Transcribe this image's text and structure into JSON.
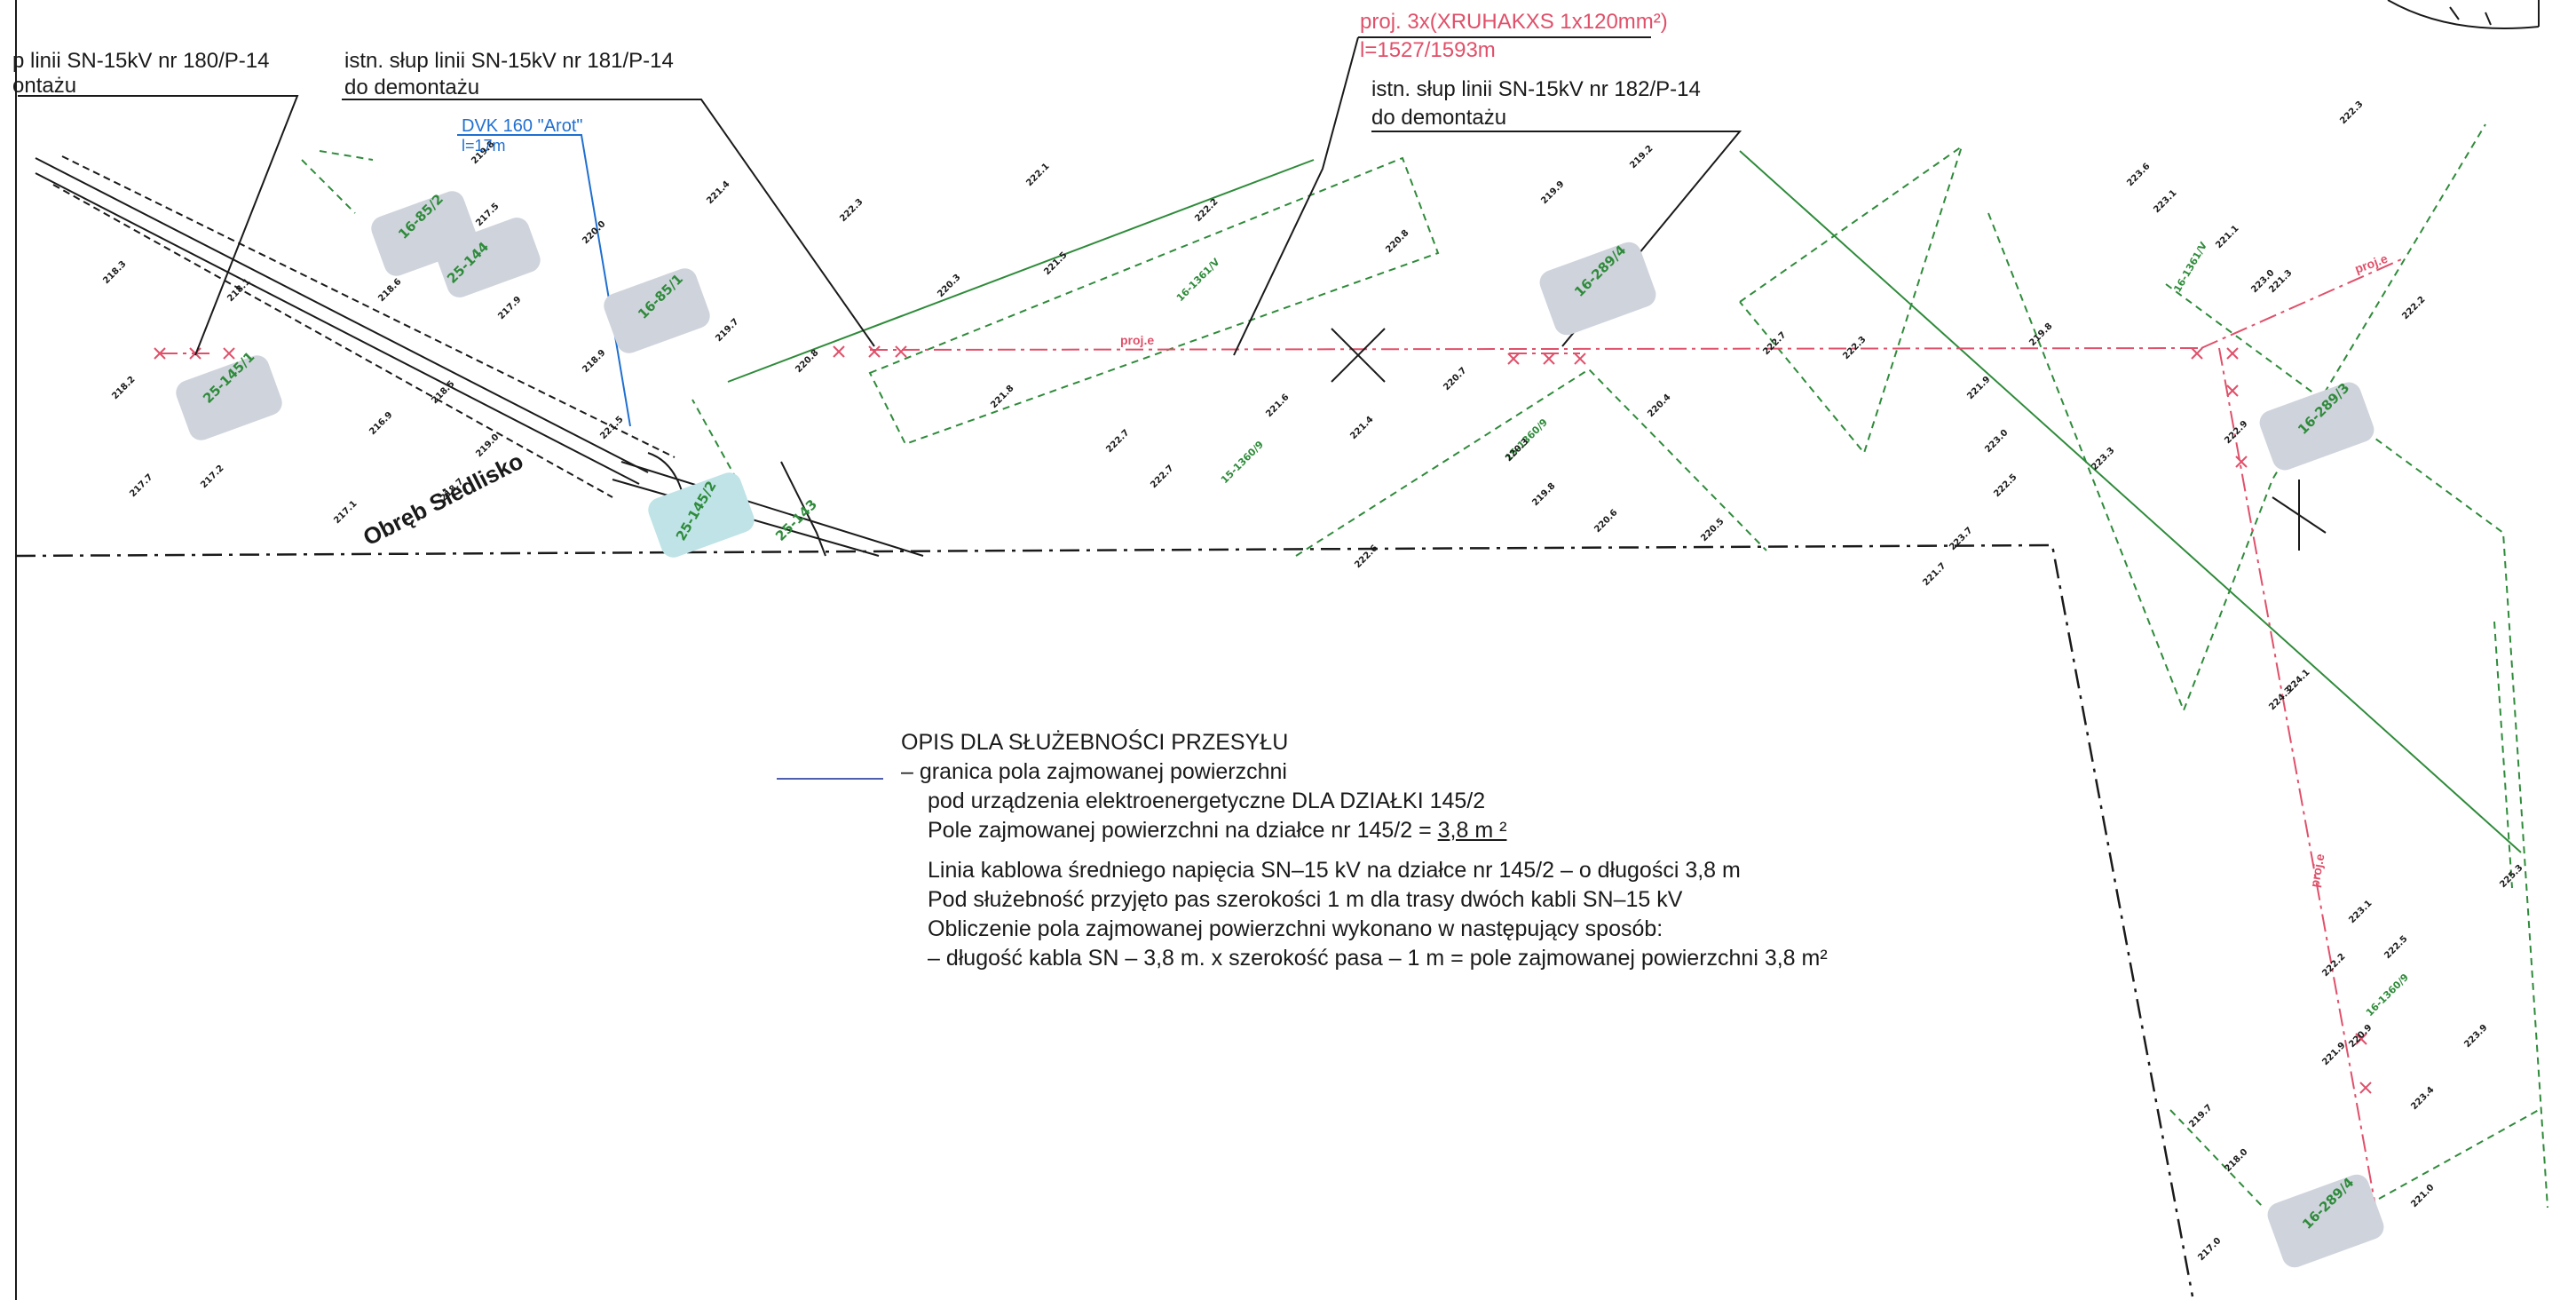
{
  "labels": {
    "pole_180": "p linii SN-15kV nr 180/P-14",
    "pole_180_note": "ontażu",
    "pole_181": "istn. słup linii SN-15kV nr 181/P-14",
    "pole_181_note": "do demontażu",
    "pole_182": "istn. słup linii SN-15kV nr 182/P-14",
    "pole_182_note": "do demontażu",
    "dvk": "DVK 160 \"Arot\"",
    "dvk_len": "l=17m",
    "proj_cable": "proj. 3x(XRUHAKXS 1x120mm²)",
    "proj_len": "l=1527/1593m",
    "precinct": "Obręb Siedlisko",
    "proj_short": "proj.e"
  },
  "parcels": [
    "25-145/1",
    "16-85/2",
    "25-144",
    "16-85/1",
    "16-289/4",
    "16-289/3",
    "25-145/2",
    "16-289/4",
    "25-143",
    "16-1360/9"
  ],
  "lines": {
    "sn": "15-1360/9",
    "mn": "16-1361/V"
  },
  "elevations": [
    "218.3",
    "218.2",
    "217.7",
    "217.2",
    "217.1",
    "218.6",
    "216.9",
    "218.5",
    "218.7",
    "219.0",
    "218.1",
    "217.5",
    "217.9",
    "219.8",
    "218.9",
    "220.0",
    "221.5",
    "221.4",
    "222.3",
    "220.8",
    "219.7",
    "220.3",
    "221.8",
    "222.1",
    "221.5",
    "222.7",
    "222.7",
    "222.2",
    "221.6",
    "221.4",
    "220.8",
    "222.6",
    "220.7",
    "220.3",
    "219.9",
    "219.2",
    "219.8",
    "220.6",
    "220.4",
    "220.5",
    "222.7",
    "222.3",
    "221.9",
    "223.7",
    "223.0",
    "222.5",
    "221.7",
    "219.8",
    "223.3",
    "223.6",
    "223.1",
    "221.1",
    "221.3",
    "222.3",
    "222.2",
    "225.3",
    "223.1",
    "222.2",
    "224.3",
    "224.1",
    "223.0",
    "222.9",
    "222.5",
    "223.4",
    "221.9",
    "219.7",
    "218.0",
    "217.0",
    "221.0",
    "220.9",
    "223.9"
  ],
  "legend": {
    "title": "OPIS DLA SŁUŻEBNOŚCI PRZESYŁU",
    "line1": "– granica pola zajmowanej powierzchni",
    "line2": "pod urządzenia elektroenergetyczne DLA DZIAŁKI 145/2",
    "line3_prefix": "Pole zajmowanej powierzchni na działce nr 145/2 =",
    "line3_value": "3,8 m ²",
    "line4": "Linia kablowa średniego napięcia SN–15 kV na działce nr 145/2 – o długości 3,8 m",
    "line5": "Pod służebność przyjęto pas szerokości 1 m dla trasy dwóch kabli SN–15 kV",
    "line6": "Obliczenie pola zajmowanej powierzchni wykonano w następujący sposób:",
    "line7": "– długość kabla SN – 3,8 m. x szerokość pasa – 1 m = pole zajmowanej powierzchni 3,8 m²"
  },
  "colors": {
    "boundary": "#1a1a1a",
    "cable_proj": "#e0506a",
    "green_line": "#2e8b3a",
    "blue_label": "#1f6fd0",
    "parcel_fill": "#cfd3dc"
  }
}
